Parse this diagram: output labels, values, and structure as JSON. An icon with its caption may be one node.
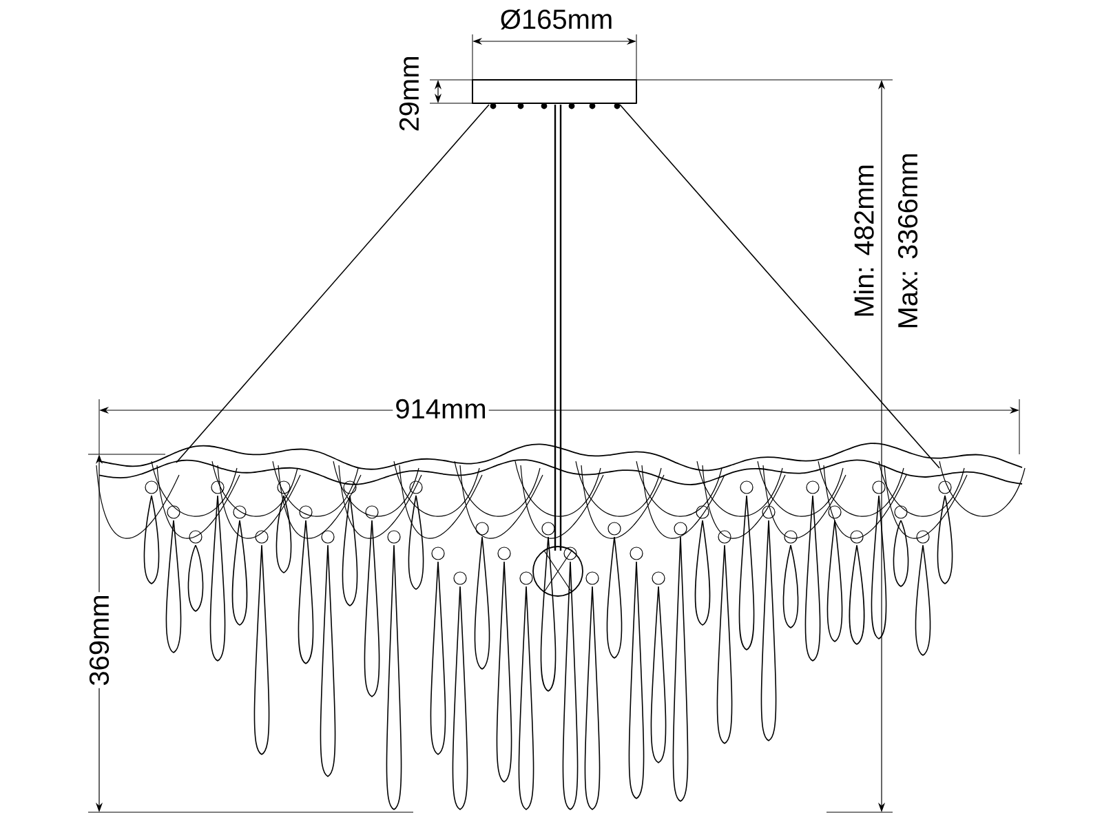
{
  "diagram": {
    "labels": [
      "Ø165mm",
      "29mm",
      "Min: 482mm",
      "Max: 3366mm",
      "914mm",
      "369mm"
    ]
  }
}
